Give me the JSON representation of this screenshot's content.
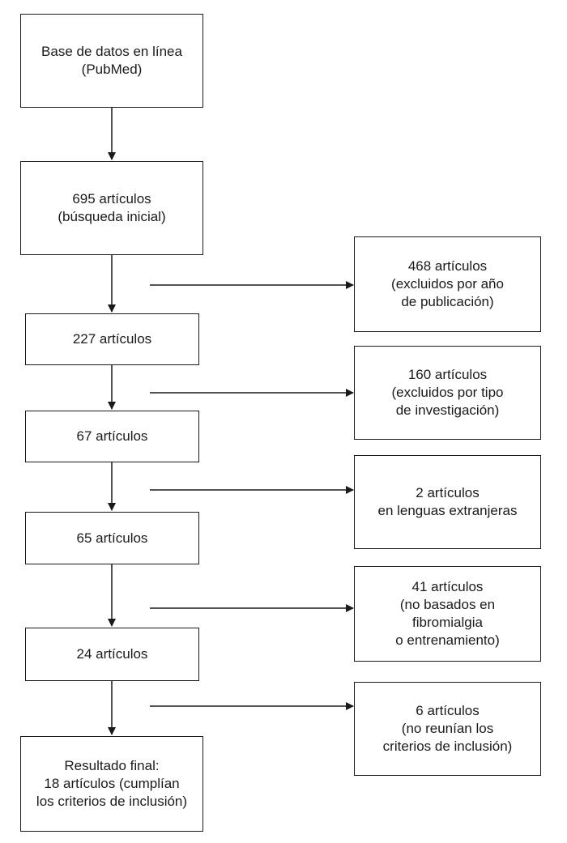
{
  "flow": {
    "main": [
      {
        "id": "source",
        "lines": [
          "Base de datos en línea",
          "(PubMed)"
        ]
      },
      {
        "id": "initial",
        "lines": [
          "695 artículos",
          "(búsqueda inicial)"
        ]
      },
      {
        "id": "step-227",
        "lines": [
          "227 artículos"
        ]
      },
      {
        "id": "step-67",
        "lines": [
          "67 artículos"
        ]
      },
      {
        "id": "step-65",
        "lines": [
          "65 artículos"
        ]
      },
      {
        "id": "step-24",
        "lines": [
          "24 artículos"
        ]
      },
      {
        "id": "final",
        "lines": [
          "Resultado final:",
          "18 artículos (cumplían",
          "los criterios de inclusión)"
        ]
      }
    ],
    "excluded": [
      {
        "id": "excl-468",
        "lines": [
          "468 artículos",
          "(excluidos por año",
          "de publicación)"
        ]
      },
      {
        "id": "excl-160",
        "lines": [
          "160 artículos",
          "(excluidos por tipo",
          "de investigación)"
        ]
      },
      {
        "id": "excl-2",
        "lines": [
          "2 artículos",
          "en lenguas extranjeras"
        ]
      },
      {
        "id": "excl-41",
        "lines": [
          "41 artículos",
          "(no basados en",
          "fibromialgia",
          "o entrenamiento)"
        ]
      },
      {
        "id": "excl-6",
        "lines": [
          "6 artículos",
          "(no reunían los",
          "criterios de inclusión)"
        ]
      }
    ]
  }
}
